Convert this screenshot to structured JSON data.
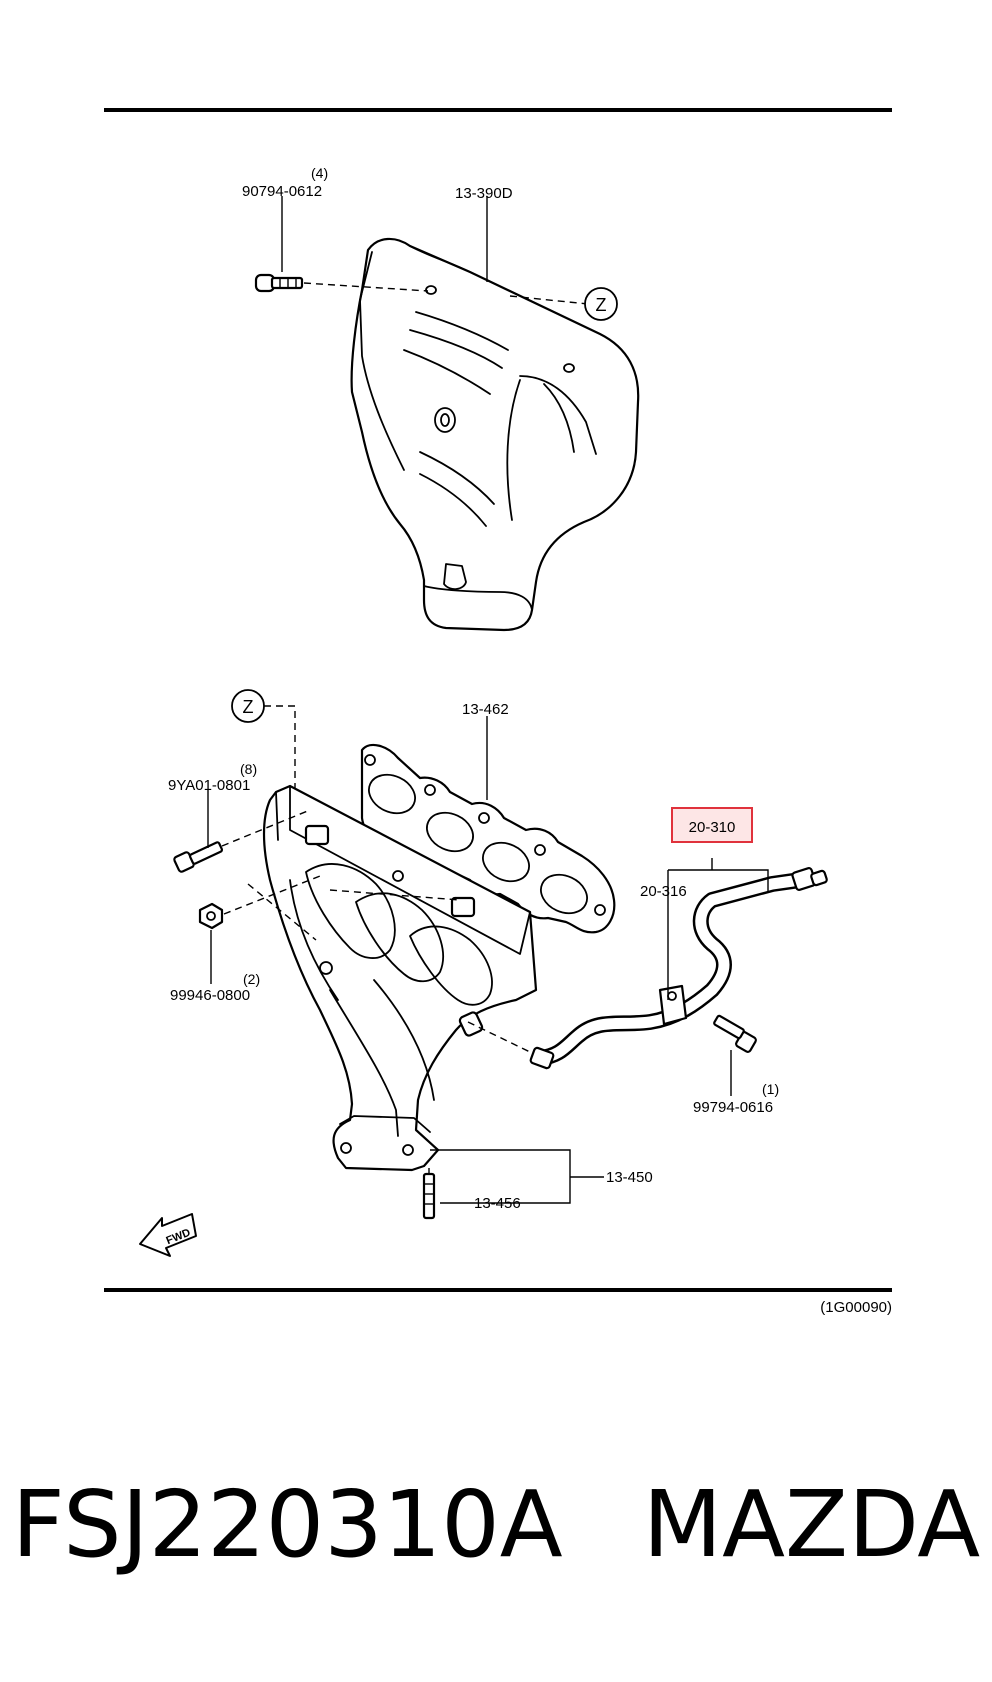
{
  "diagram": {
    "labels": {
      "bolt_top": "90794-0612",
      "bolt_top_qty": "(4)",
      "heat_shield": "13-390D",
      "callout_top": "Z",
      "callout_bottom": "Z",
      "gasket": "13-462",
      "bolt_flange": "9YA01-0801",
      "bolt_flange_qty": "(8)",
      "nut_flange": "99946-0800",
      "nut_flange_qty": "(2)",
      "pipe_assy": "20-310",
      "pipe_bracket": "20-316",
      "bolt_pipe": "99794-0616",
      "bolt_pipe_qty": "(1)",
      "manifold": "13-450",
      "stud": "13-456",
      "fwd": "FWD",
      "ref_code": "(1G00090)"
    },
    "highlight_color": "#e0323c"
  },
  "footer": {
    "part_number": "FSJ220310A",
    "brand": "MAZDA"
  }
}
